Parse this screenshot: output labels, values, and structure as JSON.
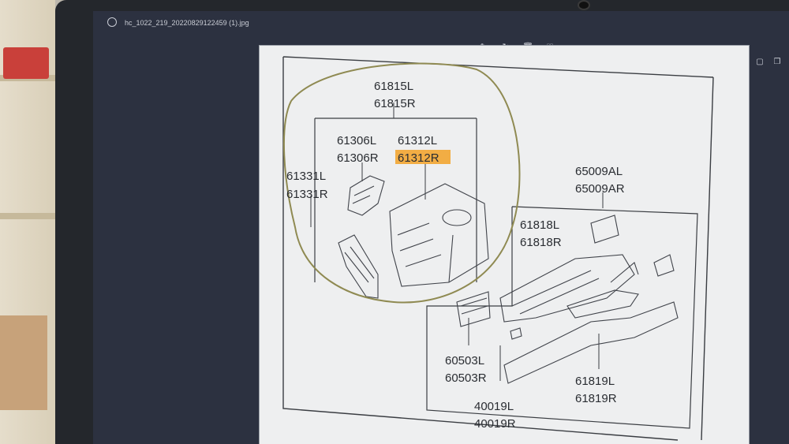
{
  "viewer": {
    "file_name": "hc_1022_219_20220829122459 (1).jpg",
    "toolbar": [
      {
        "icon": "edit-icon",
        "glyph": "✎"
      },
      {
        "icon": "rotate-icon",
        "glyph": "↻"
      },
      {
        "icon": "delete-icon",
        "glyph": "🗑"
      },
      {
        "icon": "favorite-icon",
        "glyph": "♡"
      },
      {
        "icon": "more-icon",
        "glyph": "···"
      }
    ],
    "window_controls": [
      {
        "icon": "fullscreen-icon",
        "glyph": "⤢"
      },
      {
        "icon": "window-icon",
        "glyph": "▢"
      },
      {
        "icon": "restore-icon",
        "glyph": "❐"
      }
    ]
  },
  "diagram": {
    "labels": {
      "p61815L": "61815L",
      "p61815R": "61815R",
      "p61306L": "61306L",
      "p61306R": "61306R",
      "p61312L": "61312L",
      "p61312R": "61312R",
      "p61331L": "61331L",
      "p61331R": "61331R",
      "p65009AL": "65009AL",
      "p65009AR": "65009AR",
      "p61818L": "61818L",
      "p61818R": "61818R",
      "p60503L": "60503L",
      "p60503R": "60503R",
      "p40019L": "40019L",
      "p40019R": "40019R",
      "p61819L": "61819L",
      "p61819R": "61819R"
    },
    "highlight_color": "#f2a531",
    "circle_color": "#8f8a52"
  }
}
